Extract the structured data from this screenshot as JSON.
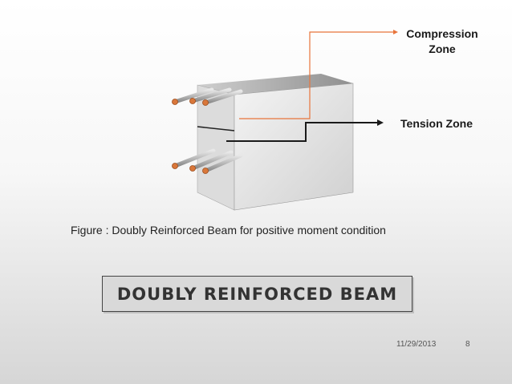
{
  "diagram": {
    "labels": {
      "compression_zone": "Compression Zone",
      "tension_zone": "Tension Zone"
    },
    "caption": "Figure : Doubly Reinforced Beam for positive moment condition",
    "colors": {
      "compression_leader": "#e8743b",
      "tension_leader": "#1a1a1a",
      "rebar_end": "#d9773a"
    }
  },
  "slide": {
    "title": "DOUBLY REINFORCED BEAM",
    "date": "11/29/2013",
    "page_number": "8"
  }
}
